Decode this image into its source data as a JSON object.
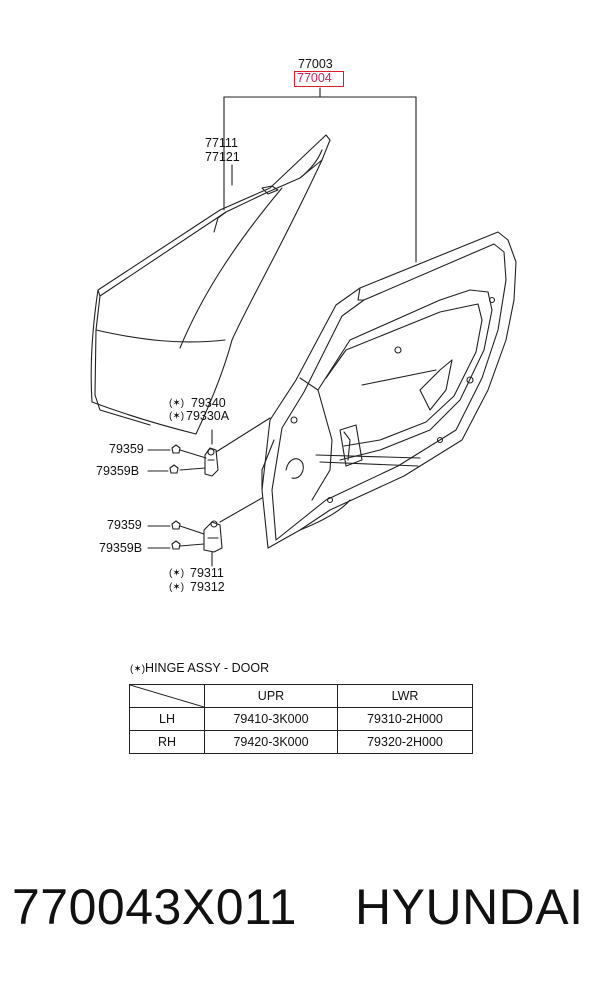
{
  "callouts": {
    "assembly_top": "77003",
    "assembly_highlight": "77004",
    "panel_top": "77111",
    "panel_bottom": "77121",
    "upper_hinge_a": "79340",
    "upper_hinge_b": "79330A",
    "upper_bolt": "79359",
    "upper_bolt_b": "79359B",
    "lower_bolt": "79359",
    "lower_bolt_b": "79359B",
    "lower_hinge_a": "79311",
    "lower_hinge_b": "79312",
    "mark": "(✶)"
  },
  "note": {
    "mark": "(✶)",
    "title": "HINGE ASSY - DOOR"
  },
  "table": {
    "headers": [
      "",
      "UPR",
      "LWR"
    ],
    "rows": [
      {
        "side": "LH",
        "upr": "79410-3K000",
        "lwr": "79310-2H000"
      },
      {
        "side": "RH",
        "upr": "79420-3K000",
        "lwr": "79320-2H000"
      }
    ]
  },
  "footer": {
    "part_number": "770043X011",
    "brand": "HYUNDAI"
  },
  "colors": {
    "line": "#222222",
    "highlight_box": "#d8202a",
    "highlight_text": "#c22a55"
  }
}
